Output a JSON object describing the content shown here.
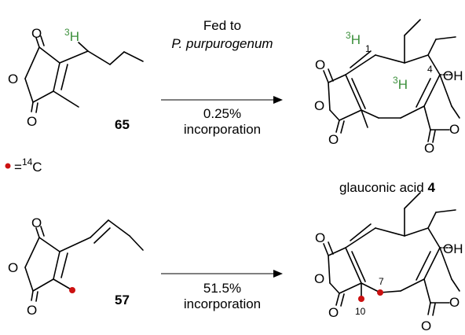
{
  "reactions": [
    {
      "compound_number": "65",
      "arrow_top_line1": "Fed to",
      "arrow_top_line2": "P. purpurogenum",
      "arrow_bottom_line1": "0.25%",
      "arrow_bottom_line2": "incorporation"
    },
    {
      "compound_number": "57",
      "arrow_bottom_line1": "51.5%",
      "arrow_bottom_line2": "incorporation"
    }
  ],
  "legend": {
    "text": "=",
    "mass": "14",
    "element": "C",
    "marker_color": "#cc1111"
  },
  "product": {
    "name": "glauconic acid",
    "number": "4"
  },
  "atoms": {
    "O": "O",
    "OH": "OH",
    "H": "H",
    "tritium_mass": "3"
  },
  "position_labels": {
    "p1": "1",
    "p4": "4",
    "p7": "7",
    "p10": "10"
  },
  "colors": {
    "isotope_label": "#3b8f3b",
    "carbon14_marker": "#cc1111"
  }
}
